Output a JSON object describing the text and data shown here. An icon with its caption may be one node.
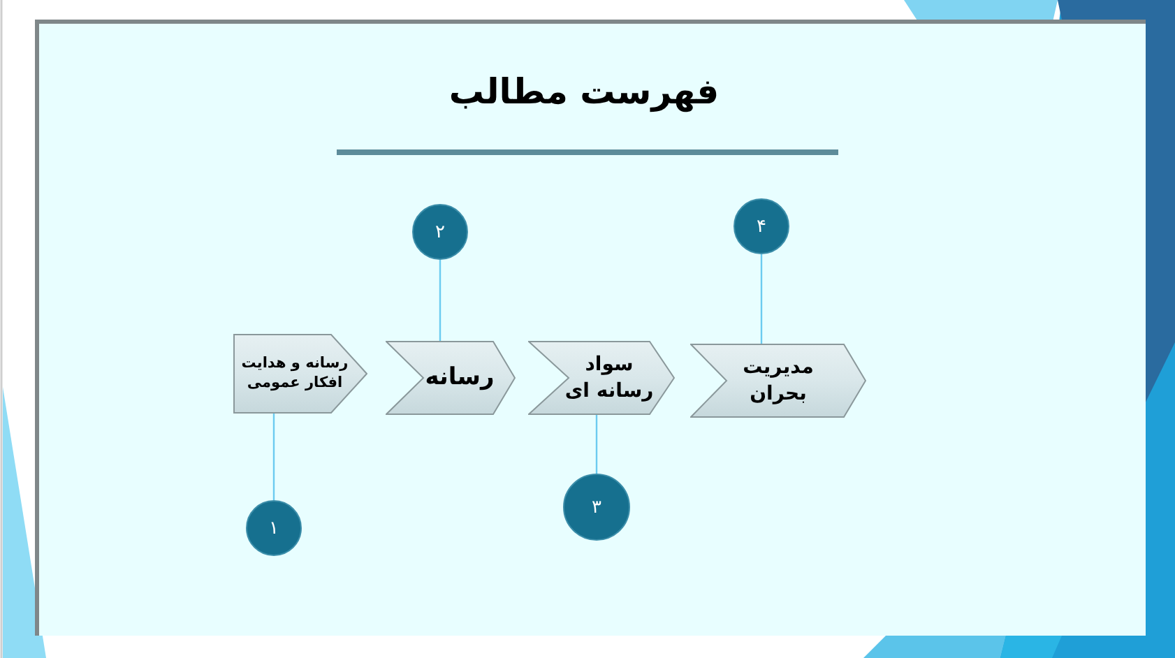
{
  "diagram": {
    "title": "فهرست مطالب",
    "nodes": [
      {
        "text": [
          "رسانه و هدایت افکار عمومی"
        ]
      },
      {
        "text": [
          "رسانه"
        ]
      },
      {
        "text": [
          "سواد رسانه ای"
        ]
      },
      {
        "text": [
          "مدیریت بحران"
        ]
      },
      {
        "text": [
          "۱"
        ]
      },
      {
        "text": [
          "۲"
        ]
      },
      {
        "text": [
          "۳"
        ]
      },
      {
        "text": [
          "۴"
        ]
      }
    ],
    "edges": [
      {
        "from": 4,
        "to": 0,
        "arrow": "none"
      },
      {
        "from": 5,
        "to": 1,
        "arrow": "none"
      },
      {
        "from": 6,
        "to": 2,
        "arrow": "none"
      },
      {
        "from": 7,
        "to": 3,
        "arrow": "none"
      }
    ]
  }
}
